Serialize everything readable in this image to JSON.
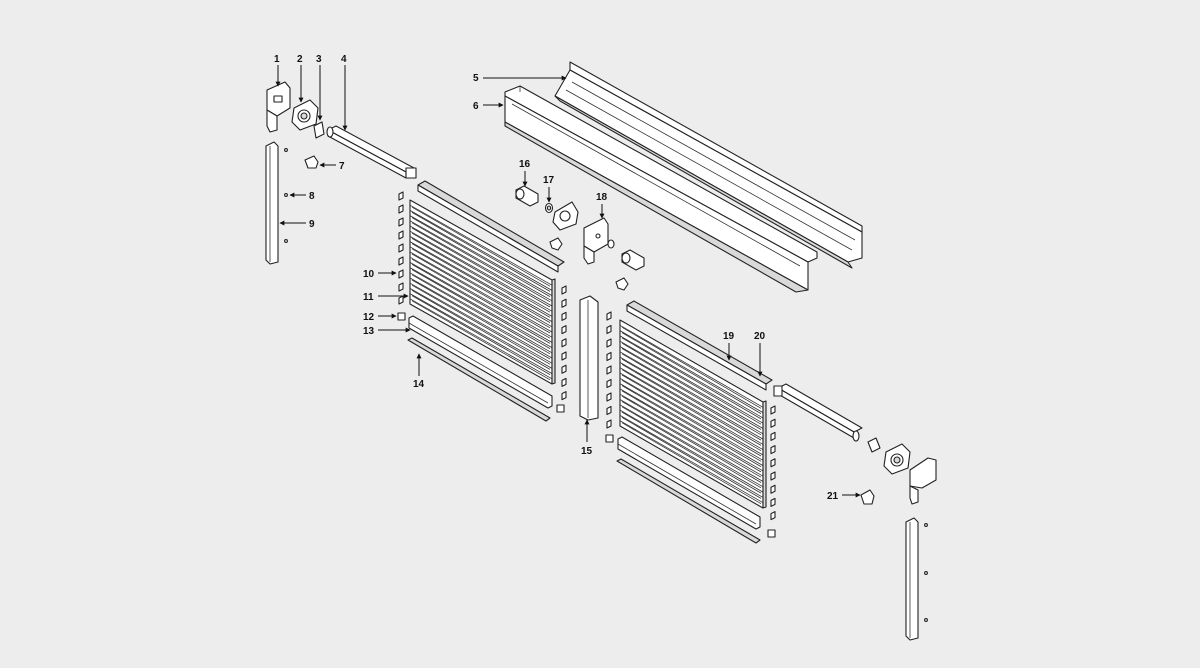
{
  "diagram": {
    "callouts": [
      "1",
      "2",
      "3",
      "4",
      "5",
      "6",
      "7",
      "8",
      "9",
      "10",
      "11",
      "12",
      "13",
      "14",
      "15",
      "16",
      "17",
      "18",
      "19",
      "20",
      "21"
    ]
  }
}
